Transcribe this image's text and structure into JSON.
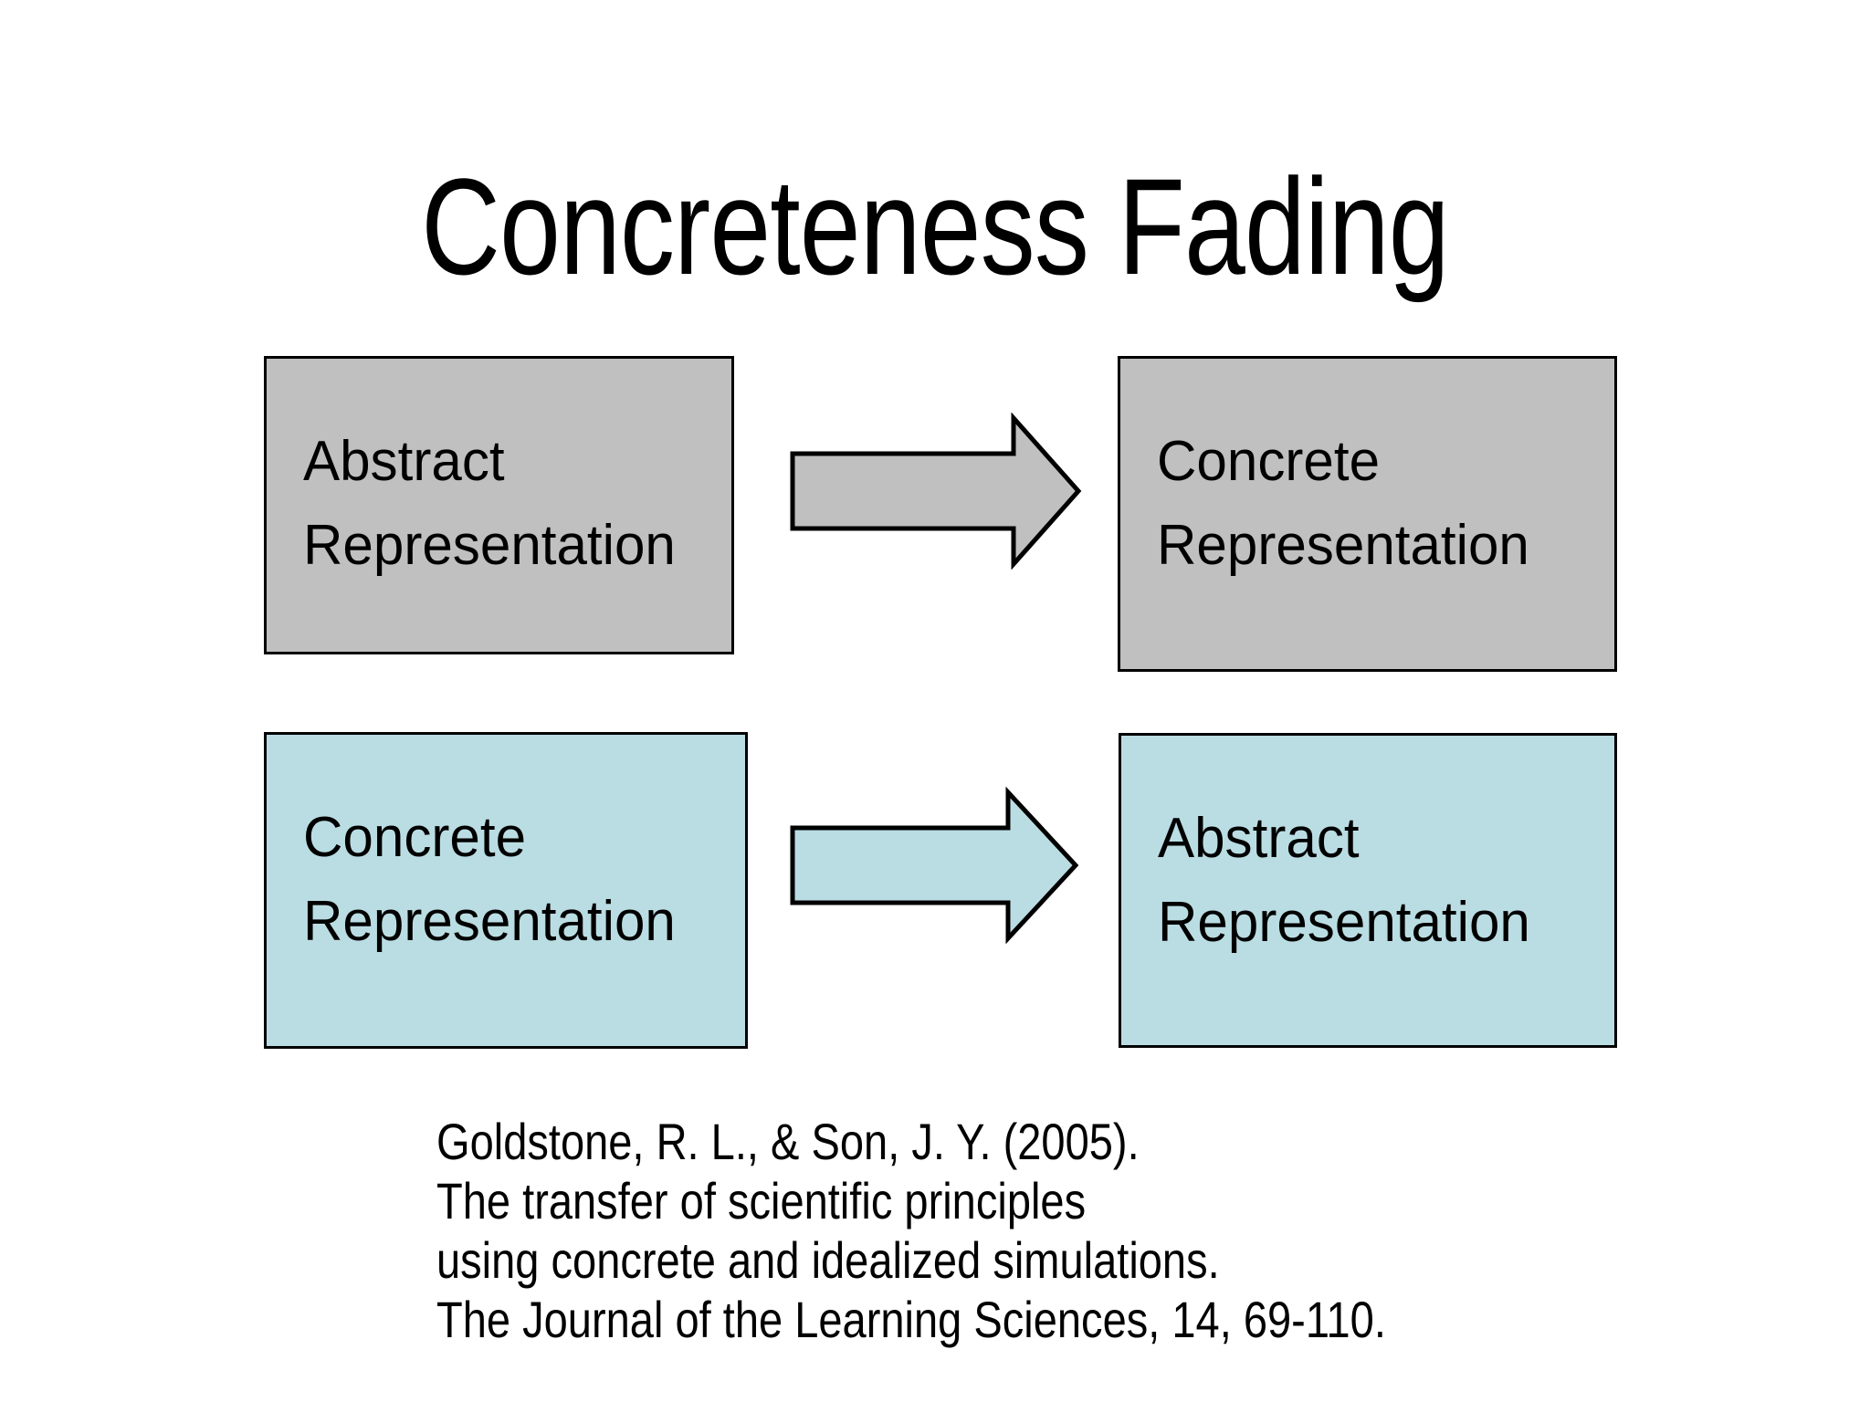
{
  "slide": {
    "title": "Concreteness Fading",
    "background_color": "#ffffff"
  },
  "colors": {
    "gray_fill": "#c0c0c0",
    "blue_fill": "#badde3",
    "outline": "#000000",
    "text": "#000000"
  },
  "diagram": {
    "rows": [
      {
        "name": "concrete-to-abstract-fading-row",
        "fill_color": "#c0c0c0",
        "from_box": {
          "line1": "Abstract",
          "line2": "Representation"
        },
        "arrow": {
          "direction": "right",
          "fill_color": "#c0c0c0"
        },
        "to_box": {
          "line1": "Concrete",
          "line2": "Representation"
        }
      },
      {
        "name": "abstract-to-concrete-fading-row",
        "fill_color": "#badde3",
        "from_box": {
          "line1": "Concrete",
          "line2": "Representation"
        },
        "arrow": {
          "direction": "right",
          "fill_color": "#badde3"
        },
        "to_box": {
          "line1": "Abstract",
          "line2": "Representation"
        }
      }
    ]
  },
  "citation": {
    "lines": [
      "Goldstone, R. L., & Son, J. Y. (2005).",
      "The transfer of scientific principles",
      "using concrete and idealized simulations.",
      "The Journal of the Learning Sciences, 14, 69-110."
    ]
  }
}
